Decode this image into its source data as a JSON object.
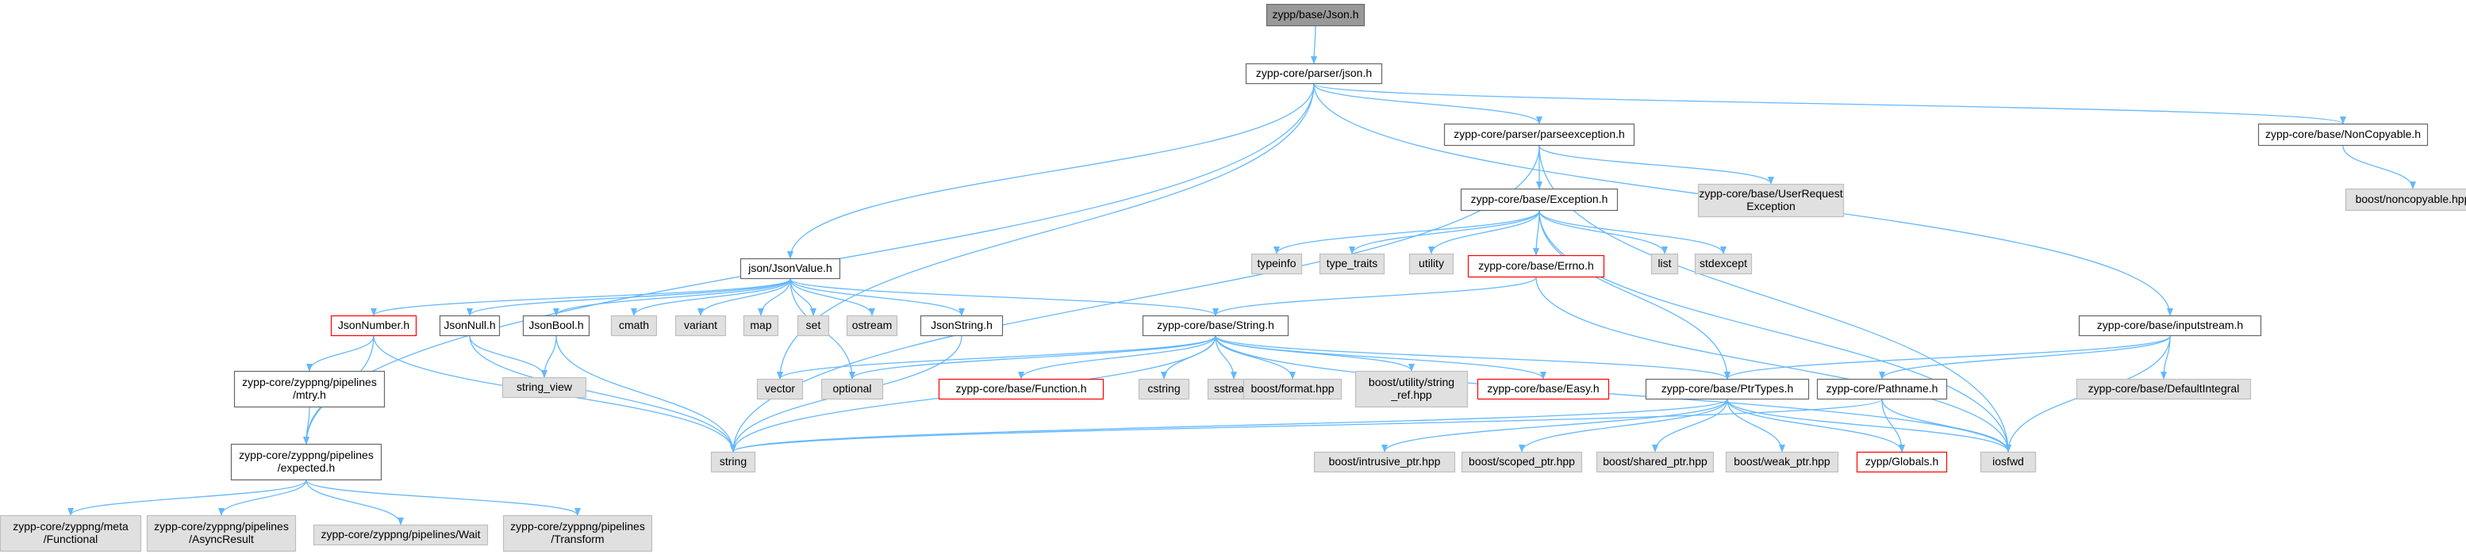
{
  "colors": {
    "edge": "#63b8ff",
    "node_fill": "#ffffff",
    "node_border": "#666666",
    "system_fill": "#e0e0e0",
    "system_border": "#bfbfbf",
    "root_fill": "#999999",
    "root_border": "#666666",
    "incomplete_border": "#ff0000",
    "text": "#000000"
  },
  "nodes": [
    {
      "id": "root",
      "lines": [
        "zypp/base/Json.h"
      ],
      "kind": "root"
    },
    {
      "id": "json",
      "lines": [
        "zypp-core/parser/json.h"
      ],
      "kind": "normal"
    },
    {
      "id": "parseexc",
      "lines": [
        "zypp-core/parser/parseexception.h"
      ],
      "kind": "normal"
    },
    {
      "id": "noncopy",
      "lines": [
        "zypp-core/base/NonCopyable.h"
      ],
      "kind": "normal"
    },
    {
      "id": "boostnoncopy",
      "lines": [
        "boost/noncopyable.hpp"
      ],
      "kind": "system"
    },
    {
      "id": "exception",
      "lines": [
        "zypp-core/base/Exception.h"
      ],
      "kind": "normal"
    },
    {
      "id": "userreq",
      "lines": [
        "zypp-core/base/UserRequest",
        "Exception"
      ],
      "kind": "system"
    },
    {
      "id": "jsonvalue",
      "lines": [
        "json/JsonValue.h"
      ],
      "kind": "normal"
    },
    {
      "id": "typeinfo",
      "lines": [
        "typeinfo"
      ],
      "kind": "system"
    },
    {
      "id": "typetraits",
      "lines": [
        "type_traits"
      ],
      "kind": "system"
    },
    {
      "id": "utility",
      "lines": [
        "utility"
      ],
      "kind": "system"
    },
    {
      "id": "errno",
      "lines": [
        "zypp-core/base/Errno.h"
      ],
      "kind": "incomplete"
    },
    {
      "id": "list",
      "lines": [
        "list"
      ],
      "kind": "system"
    },
    {
      "id": "stdexcept",
      "lines": [
        "stdexcept"
      ],
      "kind": "system"
    },
    {
      "id": "jsonnumber",
      "lines": [
        "JsonNumber.h"
      ],
      "kind": "incomplete"
    },
    {
      "id": "jsonnull",
      "lines": [
        "JsonNull.h"
      ],
      "kind": "normal"
    },
    {
      "id": "jsonbool",
      "lines": [
        "JsonBool.h"
      ],
      "kind": "normal"
    },
    {
      "id": "cmath",
      "lines": [
        "cmath"
      ],
      "kind": "system"
    },
    {
      "id": "variant",
      "lines": [
        "variant"
      ],
      "kind": "system"
    },
    {
      "id": "map",
      "lines": [
        "map"
      ],
      "kind": "system"
    },
    {
      "id": "set",
      "lines": [
        "set"
      ],
      "kind": "system"
    },
    {
      "id": "ostream",
      "lines": [
        "ostream"
      ],
      "kind": "system"
    },
    {
      "id": "jsonstring",
      "lines": [
        "JsonString.h"
      ],
      "kind": "normal"
    },
    {
      "id": "stringh",
      "lines": [
        "zypp-core/base/String.h"
      ],
      "kind": "normal"
    },
    {
      "id": "inputstream",
      "lines": [
        "zypp-core/base/inputstream.h"
      ],
      "kind": "normal"
    },
    {
      "id": "mtry",
      "lines": [
        "zypp-core/zyppng/pipelines",
        "/mtry.h"
      ],
      "kind": "normal"
    },
    {
      "id": "stringview",
      "lines": [
        "string_view"
      ],
      "kind": "system"
    },
    {
      "id": "vector",
      "lines": [
        "vector"
      ],
      "kind": "system"
    },
    {
      "id": "optional",
      "lines": [
        "optional"
      ],
      "kind": "system"
    },
    {
      "id": "function",
      "lines": [
        "zypp-core/base/Function.h"
      ],
      "kind": "incomplete"
    },
    {
      "id": "cstring",
      "lines": [
        "cstring"
      ],
      "kind": "system"
    },
    {
      "id": "sstream",
      "lines": [
        "sstream"
      ],
      "kind": "system"
    },
    {
      "id": "boostformat",
      "lines": [
        "boost/format.hpp"
      ],
      "kind": "system"
    },
    {
      "id": "stringref",
      "lines": [
        "boost/utility/string",
        "_ref.hpp"
      ],
      "kind": "system"
    },
    {
      "id": "easy",
      "lines": [
        "zypp-core/base/Easy.h"
      ],
      "kind": "incomplete"
    },
    {
      "id": "ptrtypes",
      "lines": [
        "zypp-core/base/PtrTypes.h"
      ],
      "kind": "normal"
    },
    {
      "id": "pathname",
      "lines": [
        "zypp-core/Pathname.h"
      ],
      "kind": "normal"
    },
    {
      "id": "defaultint",
      "lines": [
        "zypp-core/base/DefaultIntegral"
      ],
      "kind": "system"
    },
    {
      "id": "expected",
      "lines": [
        "zypp-core/zyppng/pipelines",
        "/expected.h"
      ],
      "kind": "normal"
    },
    {
      "id": "string",
      "lines": [
        "string"
      ],
      "kind": "system"
    },
    {
      "id": "intrusive",
      "lines": [
        "boost/intrusive_ptr.hpp"
      ],
      "kind": "system"
    },
    {
      "id": "scoped",
      "lines": [
        "boost/scoped_ptr.hpp"
      ],
      "kind": "system"
    },
    {
      "id": "shared",
      "lines": [
        "boost/shared_ptr.hpp"
      ],
      "kind": "system"
    },
    {
      "id": "weak",
      "lines": [
        "boost/weak_ptr.hpp"
      ],
      "kind": "system"
    },
    {
      "id": "globals",
      "lines": [
        "zypp/Globals.h"
      ],
      "kind": "incomplete"
    },
    {
      "id": "iosfwd",
      "lines": [
        "iosfwd"
      ],
      "kind": "system"
    },
    {
      "id": "functional",
      "lines": [
        "zypp-core/zyppng/meta",
        "/Functional"
      ],
      "kind": "system"
    },
    {
      "id": "asyncresult",
      "lines": [
        "zypp-core/zyppng/pipelines",
        "/AsyncResult"
      ],
      "kind": "system"
    },
    {
      "id": "wait",
      "lines": [
        "zypp-core/zyppng/pipelines/Wait"
      ],
      "kind": "system"
    },
    {
      "id": "transform",
      "lines": [
        "zypp-core/zyppng/pipelines",
        "/Transform"
      ],
      "kind": "system"
    }
  ],
  "edges": [
    [
      "root",
      "json"
    ],
    [
      "json",
      "parseexc"
    ],
    [
      "json",
      "noncopy"
    ],
    [
      "json",
      "jsonvalue"
    ],
    [
      "json",
      "inputstream"
    ],
    [
      "json",
      "expected"
    ],
    [
      "json",
      "vector"
    ],
    [
      "noncopy",
      "boostnoncopy"
    ],
    [
      "parseexc",
      "exception"
    ],
    [
      "parseexc",
      "userreq"
    ],
    [
      "parseexc",
      "string"
    ],
    [
      "parseexc",
      "iosfwd"
    ],
    [
      "exception",
      "typeinfo"
    ],
    [
      "exception",
      "typetraits"
    ],
    [
      "exception",
      "utility"
    ],
    [
      "exception",
      "errno"
    ],
    [
      "exception",
      "list"
    ],
    [
      "exception",
      "stdexcept"
    ],
    [
      "exception",
      "iosfwd"
    ],
    [
      "exception",
      "ptrtypes"
    ],
    [
      "errno",
      "stringh"
    ],
    [
      "errno",
      "iosfwd"
    ],
    [
      "jsonvalue",
      "jsonnumber"
    ],
    [
      "jsonvalue",
      "jsonnull"
    ],
    [
      "jsonvalue",
      "jsonbool"
    ],
    [
      "jsonvalue",
      "cmath"
    ],
    [
      "jsonvalue",
      "variant"
    ],
    [
      "jsonvalue",
      "map"
    ],
    [
      "jsonvalue",
      "set"
    ],
    [
      "jsonvalue",
      "ostream"
    ],
    [
      "jsonvalue",
      "jsonstring"
    ],
    [
      "jsonvalue",
      "stringh"
    ],
    [
      "jsonvalue",
      "optional"
    ],
    [
      "jsonnumber",
      "mtry"
    ],
    [
      "jsonnumber",
      "expected"
    ],
    [
      "jsonnumber",
      "string"
    ],
    [
      "jsonnull",
      "stringview"
    ],
    [
      "jsonnull",
      "string"
    ],
    [
      "jsonbool",
      "stringview"
    ],
    [
      "jsonbool",
      "string"
    ],
    [
      "jsonstring",
      "string"
    ],
    [
      "mtry",
      "expected"
    ],
    [
      "expected",
      "functional"
    ],
    [
      "expected",
      "asyncresult"
    ],
    [
      "expected",
      "wait"
    ],
    [
      "expected",
      "transform"
    ],
    [
      "stringh",
      "vector"
    ],
    [
      "stringh",
      "optional"
    ],
    [
      "stringh",
      "function"
    ],
    [
      "stringh",
      "cstring"
    ],
    [
      "stringh",
      "sstream"
    ],
    [
      "stringh",
      "boostformat"
    ],
    [
      "stringh",
      "stringref"
    ],
    [
      "stringh",
      "easy"
    ],
    [
      "stringh",
      "ptrtypes"
    ],
    [
      "stringh",
      "string"
    ],
    [
      "stringh",
      "iosfwd"
    ],
    [
      "inputstream",
      "ptrtypes"
    ],
    [
      "inputstream",
      "pathname"
    ],
    [
      "inputstream",
      "defaultint"
    ],
    [
      "inputstream",
      "iosfwd"
    ],
    [
      "ptrtypes",
      "string"
    ],
    [
      "ptrtypes",
      "intrusive"
    ],
    [
      "ptrtypes",
      "scoped"
    ],
    [
      "ptrtypes",
      "shared"
    ],
    [
      "ptrtypes",
      "weak"
    ],
    [
      "ptrtypes",
      "globals"
    ],
    [
      "ptrtypes",
      "iosfwd"
    ],
    [
      "pathname",
      "string"
    ],
    [
      "pathname",
      "globals"
    ],
    [
      "pathname",
      "iosfwd"
    ]
  ]
}
